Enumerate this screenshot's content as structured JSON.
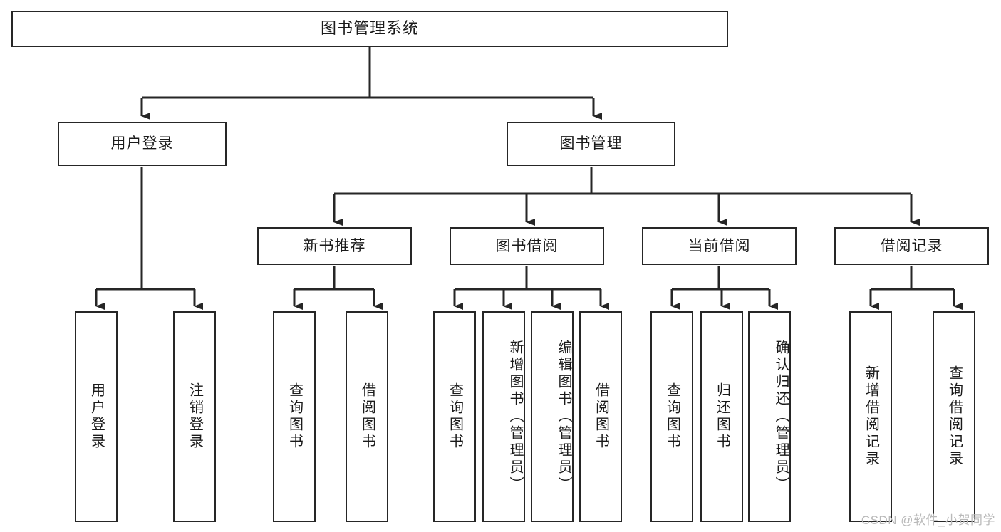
{
  "diagram": {
    "title": "图书管理系统",
    "type": "functional-structure-tree",
    "root": {
      "id": "root",
      "label": "图书管理系统"
    },
    "level2": [
      {
        "id": "user-login",
        "label": "用户登录"
      },
      {
        "id": "book-manage",
        "label": "图书管理"
      }
    ],
    "level3": [
      {
        "id": "new-book-recommend",
        "label": "新书推荐",
        "parent": "book-manage"
      },
      {
        "id": "book-borrow",
        "label": "图书借阅",
        "parent": "book-manage"
      },
      {
        "id": "current-borrow",
        "label": "当前借阅",
        "parent": "book-manage"
      },
      {
        "id": "borrow-record",
        "label": "借阅记录",
        "parent": "book-manage"
      }
    ],
    "leaves": {
      "user-login": [
        {
          "id": "leaf-user-login",
          "label": "用户登录"
        },
        {
          "id": "leaf-user-logout",
          "label": "注销登录"
        }
      ],
      "new-book-recommend": [
        {
          "id": "leaf-query-book-1",
          "label": "查询图书"
        },
        {
          "id": "leaf-borrow-book-1",
          "label": "借阅图书"
        }
      ],
      "book-borrow": [
        {
          "id": "leaf-query-book-2",
          "label": "查询图书"
        },
        {
          "id": "leaf-add-book",
          "label": "新增图书（管理员）"
        },
        {
          "id": "leaf-edit-book",
          "label": "编辑图书（管理员）"
        },
        {
          "id": "leaf-borrow-book-2",
          "label": "借阅图书"
        }
      ],
      "current-borrow": [
        {
          "id": "leaf-query-book-3",
          "label": "查询图书"
        },
        {
          "id": "leaf-return-book",
          "label": "归还图书"
        },
        {
          "id": "leaf-confirm-return",
          "label": "确认归还（管理员）"
        }
      ],
      "borrow-record": [
        {
          "id": "leaf-add-record",
          "label": "新增借阅记录"
        },
        {
          "id": "leaf-query-record",
          "label": "查询借阅记录"
        }
      ]
    }
  },
  "watermark": {
    "text": "CSDN @软件_小贺同学"
  },
  "colors": {
    "stroke": "#262626",
    "box_fill": "#ffffff",
    "text": "#1a1a1a",
    "watermark": "#b9b9b9",
    "background": "#ffffff"
  }
}
